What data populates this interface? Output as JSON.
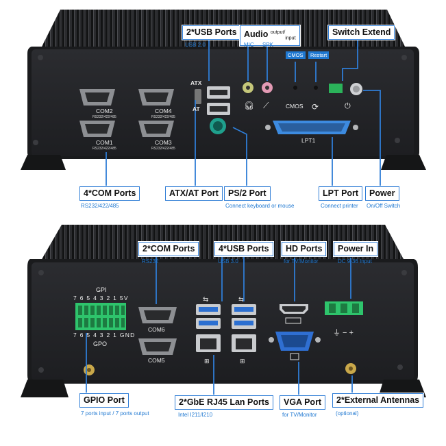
{
  "colors": {
    "accent": "#1f78d1",
    "chassis": "#1b1c1e",
    "panel": "#232427",
    "label_border": "#2f7dd6"
  },
  "top": {
    "callouts": {
      "usb": "2*USB Ports",
      "audio_main": "Audio",
      "audio_sup": "output/",
      "audio_sub": "input",
      "switch": "Switch Extend",
      "com": "4*COM Ports",
      "atx": "ATX/AT Port",
      "ps2": "PS/2 Port",
      "lpt": "LPT Port",
      "power": "Power"
    },
    "subs": {
      "usb": "USB 2.0",
      "mic": "MIC",
      "spk": "SPK",
      "com": "RS232/422/485",
      "ps2": "Connect keyboard or mouse",
      "lpt": "Connect printer",
      "power": "On/Off Switch"
    },
    "tags": {
      "cmos": "CMOS",
      "restart": "Restart"
    },
    "panel": {
      "com2": "COM2",
      "com4": "COM4",
      "com1": "COM1",
      "com3": "COM3",
      "com_mode": "RS232/422/485",
      "atx": "ATX",
      "at": "AT",
      "cmos": "CMOS",
      "lpt1": "LPT1"
    }
  },
  "bottom": {
    "callouts": {
      "com": "2*COM Ports",
      "usb": "4*USB Ports",
      "hd": "HD Ports",
      "power_in": "Power In",
      "gpio": "GPIO Port",
      "lan": "2*GbE RJ45 Lan Ports",
      "vga": "VGA Port",
      "antenna": "2*External Antennas"
    },
    "subs": {
      "com": "RS232",
      "usb": "USB 3.0",
      "hd": "for TV/Monitor",
      "power_in": "DC 9-36 Input",
      "gpio": "7 ports input / 7 ports output",
      "lan": "Intel I211/I210",
      "vga": "for TV/Monitor",
      "antenna": "(optional)"
    },
    "panel": {
      "gpi": "GPI",
      "gpi_pins": "7 6 5 4 3 2 1 5V",
      "gpo_pins": "7 6 5 4 3 2 1 GND",
      "gpo": "GPO",
      "com6": "COM6",
      "com5": "COM5",
      "power_symbols": "⏚ − +"
    }
  }
}
